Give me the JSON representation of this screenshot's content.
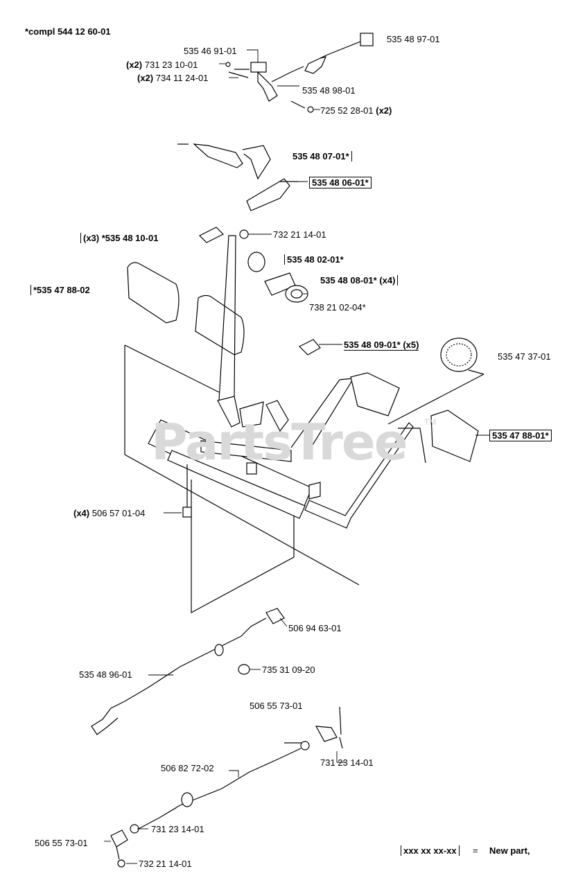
{
  "watermark": "PartsTree",
  "watermark_tm": "TM",
  "assembly": "*compl 544 12 60-01",
  "legend": {
    "code": "xxx xx xx-xx",
    "equals": "=",
    "meaning": "New part,"
  },
  "parts": {
    "p1": "535 48 97-01",
    "p2": "535 46 91-01",
    "p3_qty": "(x2)",
    "p3": "731 23 10-01",
    "p4_qty": "(x2)",
    "p4": "734 11 24-01",
    "p5": "535 48 98-01",
    "p6": "725 52 28-01",
    "p6_qty": "(x2)",
    "p7": "535 48 07-01*",
    "p8": "535 48 06-01*",
    "p9_qty": "(x3)",
    "p9": "*535 48 10-01",
    "p10": "732 21 14-01",
    "p11": "535 48 02-01*",
    "p12": "*535 47 88-02",
    "p13": "535 48 08-01*",
    "p13_qty": "(x4)",
    "p14": "738 21 02-04*",
    "p15": "535 48 09-01*",
    "p15_qty": "(x5)",
    "p16": "535 47 37-01",
    "p17": "535 47 88-01*",
    "p18_qty": "(x4)",
    "p18": "506 57 01-04",
    "p19": "506 94 63-01",
    "p20": "535 48 96-01",
    "p21": "735 31 09-20",
    "p22": "506 55 73-01",
    "p23": "731 23 14-01",
    "p24": "506 82 72-02",
    "p25": "731 23 14-01",
    "p26": "506 55 73-01",
    "p27": "732 21 14-01"
  }
}
